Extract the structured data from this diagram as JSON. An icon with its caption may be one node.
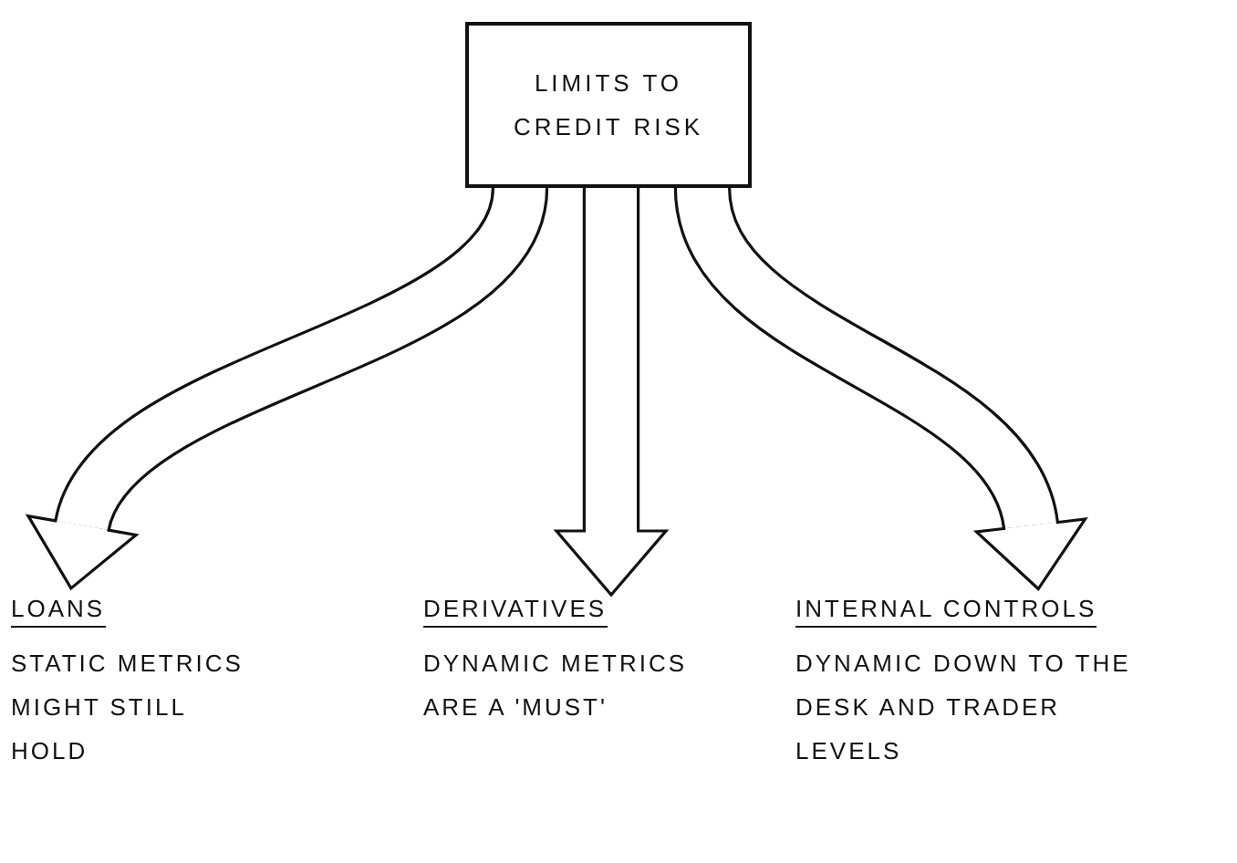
{
  "diagram": {
    "nodes": [
      {
        "text": [
          "LIMITS TO CREDIT RISK"
        ]
      },
      {
        "text": [
          "LOANS",
          "STATIC METRICS MIGHT STILL HOLD"
        ]
      },
      {
        "text": [
          "DERIVATIVES",
          "DYNAMIC METRICS ARE A 'MUST'"
        ]
      },
      {
        "text": [
          "INTERNAL CONTROLS",
          "DYNAMIC DOWN TO THE DESK AND TRADER LEVELS"
        ]
      }
    ],
    "edges": [
      {
        "from": 0,
        "to": 1,
        "arrow": "to"
      },
      {
        "from": 0,
        "to": 2,
        "arrow": "to"
      },
      {
        "from": 0,
        "to": 3,
        "arrow": "to"
      }
    ]
  }
}
